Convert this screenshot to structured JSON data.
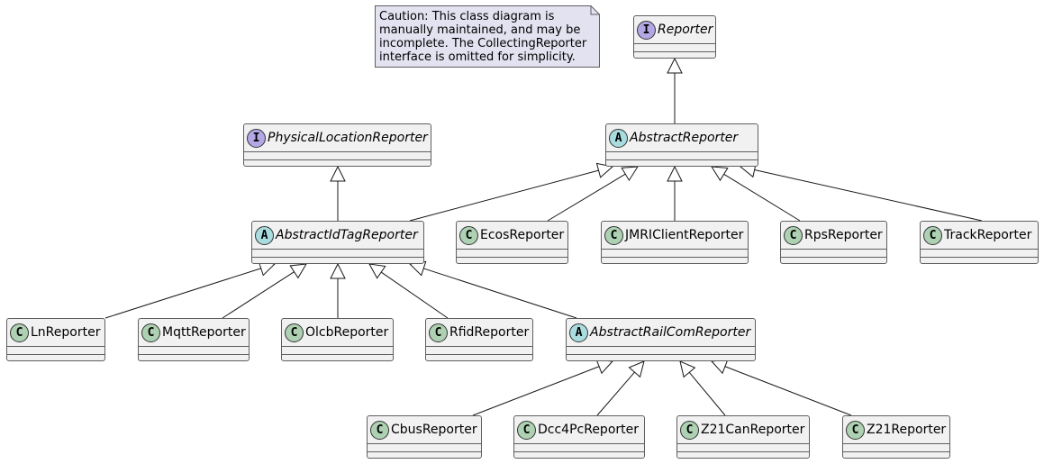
{
  "diagram": {
    "type": "uml-class-diagram",
    "note": {
      "lines": [
        "Caution:  This class diagram is",
        "manually maintained, and may be",
        "incomplete. The CollectingReporter",
        "interface is omitted for simplicity."
      ]
    },
    "colors": {
      "class_fill": "#f1f1f1",
      "class_border": "#5f5f5f",
      "note_fill": "#e2e2f0",
      "badge_class": "#add1b2",
      "badge_abstract": "#a9dcdf",
      "badge_interface": "#b4a7e5"
    },
    "classes": [
      {
        "id": "reporter",
        "name": "Reporter",
        "kind": "I",
        "italic": true
      },
      {
        "id": "physical",
        "name": "PhysicalLocationReporter",
        "kind": "I",
        "italic": true
      },
      {
        "id": "abstractReporter",
        "name": "AbstractReporter",
        "kind": "A",
        "italic": true
      },
      {
        "id": "abstractIdTag",
        "name": "AbstractIdTagReporter",
        "kind": "A",
        "italic": true
      },
      {
        "id": "ecos",
        "name": "EcosReporter",
        "kind": "C",
        "italic": false
      },
      {
        "id": "jmri",
        "name": "JMRIClientReporter",
        "kind": "C",
        "italic": false
      },
      {
        "id": "rps",
        "name": "RpsReporter",
        "kind": "C",
        "italic": false
      },
      {
        "id": "track",
        "name": "TrackReporter",
        "kind": "C",
        "italic": false
      },
      {
        "id": "ln",
        "name": "LnReporter",
        "kind": "C",
        "italic": false
      },
      {
        "id": "mqtt",
        "name": "MqttReporter",
        "kind": "C",
        "italic": false
      },
      {
        "id": "olcb",
        "name": "OlcbReporter",
        "kind": "C",
        "italic": false
      },
      {
        "id": "rfid",
        "name": "RfidReporter",
        "kind": "C",
        "italic": false
      },
      {
        "id": "abstractRailCom",
        "name": "AbstractRailComReporter",
        "kind": "A",
        "italic": true
      },
      {
        "id": "cbus",
        "name": "CbusReporter",
        "kind": "C",
        "italic": false
      },
      {
        "id": "dcc4pc",
        "name": "Dcc4PcReporter",
        "kind": "C",
        "italic": false
      },
      {
        "id": "z21can",
        "name": "Z21CanReporter",
        "kind": "C",
        "italic": false
      },
      {
        "id": "z21",
        "name": "Z21Reporter",
        "kind": "C",
        "italic": false
      }
    ],
    "inheritance": [
      {
        "child": "abstractReporter",
        "parent": "reporter"
      },
      {
        "child": "abstractIdTag",
        "parent": "physical"
      },
      {
        "child": "abstractIdTag",
        "parent": "abstractReporter"
      },
      {
        "child": "ecos",
        "parent": "abstractReporter"
      },
      {
        "child": "jmri",
        "parent": "abstractReporter"
      },
      {
        "child": "rps",
        "parent": "abstractReporter"
      },
      {
        "child": "track",
        "parent": "abstractReporter"
      },
      {
        "child": "ln",
        "parent": "abstractIdTag"
      },
      {
        "child": "mqtt",
        "parent": "abstractIdTag"
      },
      {
        "child": "olcb",
        "parent": "abstractIdTag"
      },
      {
        "child": "rfid",
        "parent": "abstractIdTag"
      },
      {
        "child": "abstractRailCom",
        "parent": "abstractIdTag"
      },
      {
        "child": "cbus",
        "parent": "abstractRailCom"
      },
      {
        "child": "dcc4pc",
        "parent": "abstractRailCom"
      },
      {
        "child": "z21can",
        "parent": "abstractRailCom"
      },
      {
        "child": "z21",
        "parent": "abstractRailCom"
      }
    ]
  }
}
